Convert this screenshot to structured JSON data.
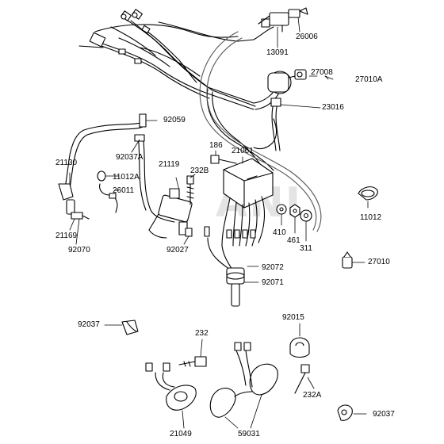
{
  "watermark": "ANI",
  "parts": {
    "p26006": "26006",
    "p13091": "13091",
    "p27008": "27008",
    "p27010A": "27010A",
    "p23016": "23016",
    "p92059": "92059",
    "p92037A": "92037A",
    "p186": "186",
    "p21061": "21061",
    "p21130": "21130",
    "p11012A": "11012A",
    "p26011": "26011",
    "p21119": "21119",
    "p232B": "232B",
    "p11012": "11012",
    "p410": "410",
    "p461": "461",
    "p311": "311",
    "p21169": "21169",
    "p92070": "92070",
    "p92027": "92027",
    "p27010": "27010",
    "p92072": "92072",
    "p92071": "92071",
    "p92037_left": "92037",
    "p92015": "92015",
    "p232": "232",
    "p232A": "232A",
    "p92037_right": "92037",
    "p21049": "21049",
    "p59031": "59031"
  }
}
